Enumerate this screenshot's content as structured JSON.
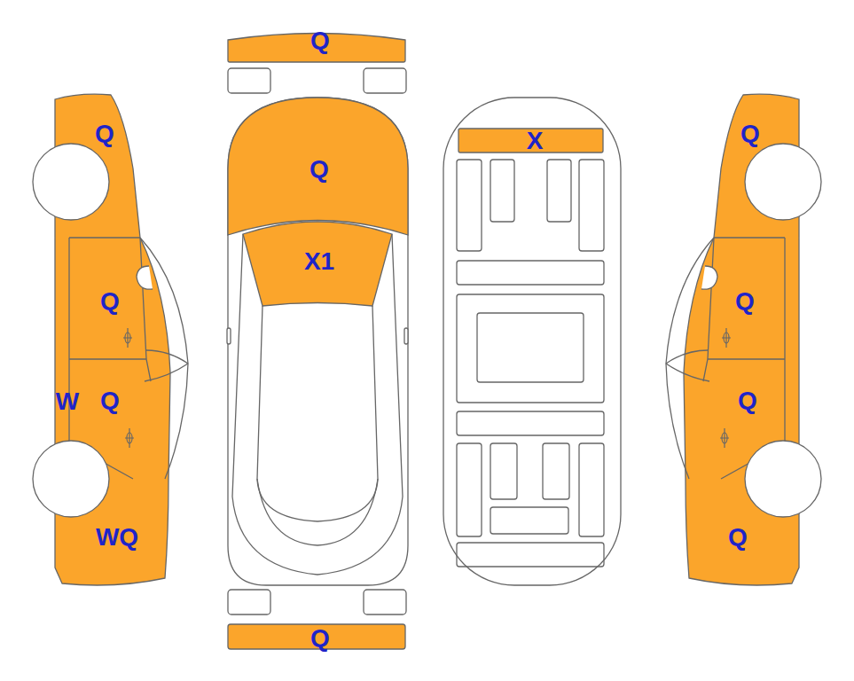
{
  "diagram": {
    "labels": [
      "Q",
      "Q",
      "Q",
      "X",
      "Q",
      "X1",
      "Q",
      "Q",
      "W",
      "Q",
      "Q",
      "WQ",
      "Q",
      "Q"
    ]
  }
}
